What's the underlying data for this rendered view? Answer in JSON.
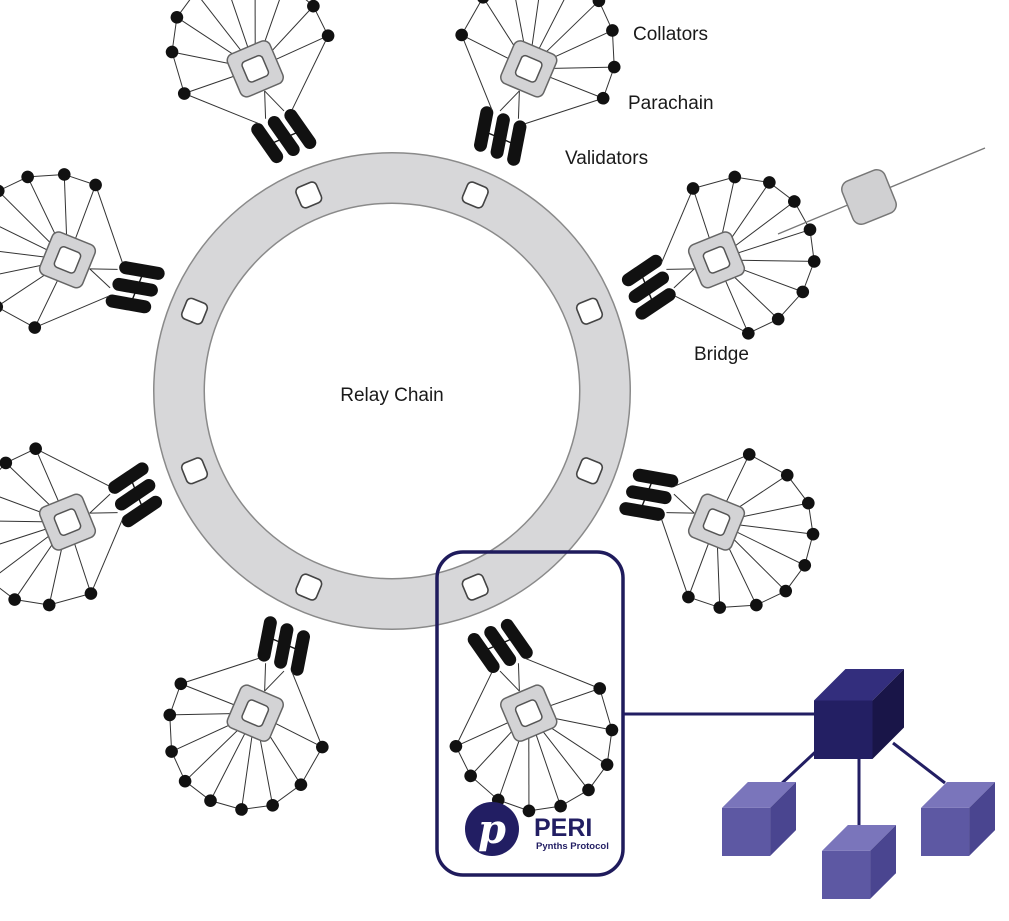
{
  "labels": {
    "collators": "Collators",
    "parachain": "Parachain",
    "validators": "Validators",
    "bridge": "Bridge",
    "relay_chain": "Relay Chain"
  },
  "logo": {
    "title": "PERI",
    "subtitle": "Pynths Protocol",
    "glyph": "p"
  },
  "colors": {
    "ring": "#d7d7d9",
    "ring_outline": "#8a8a8a",
    "node": "#111111",
    "highlight_border": "#1f1b5c",
    "logo_circle": "#221e63",
    "cube_main_front": "#231f63",
    "cube_main_top": "#332e7d",
    "cube_main_side": "#191548",
    "cube_child_front": "#5d58a3",
    "cube_child_top": "#7a75bb",
    "cube_child_side": "#4a4590"
  },
  "diagram": {
    "parachain_count": 8,
    "highlighted_parachain": "PERI",
    "bridge_count": 1,
    "child_cube_count": 3
  }
}
